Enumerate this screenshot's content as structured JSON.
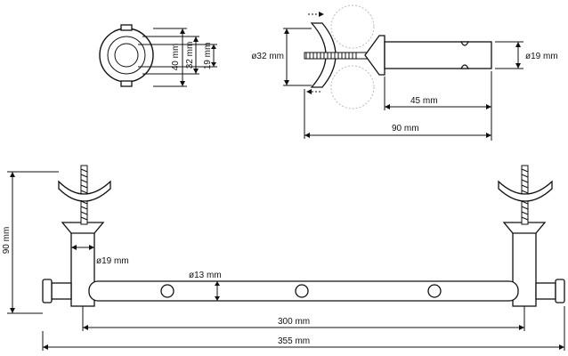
{
  "labels": {
    "top_outer_diameter": "40 mm",
    "top_inner_diameter": "32 mm",
    "top_small_diameter": "19 mm",
    "side_plate_diameter": "ø32 mm",
    "side_rod_diameter": "ø19 mm",
    "side_rod_length": "45 mm",
    "side_total_length": "90 mm",
    "front_height": "90 mm",
    "front_post_diameter": "ø19 mm",
    "front_bar_diameter": "ø13 mm",
    "front_center_distance": "300 mm",
    "front_total_width": "355 mm"
  },
  "colors": {
    "line": "#111111",
    "background": "#ffffff",
    "ghost": "#bbbbbb"
  }
}
